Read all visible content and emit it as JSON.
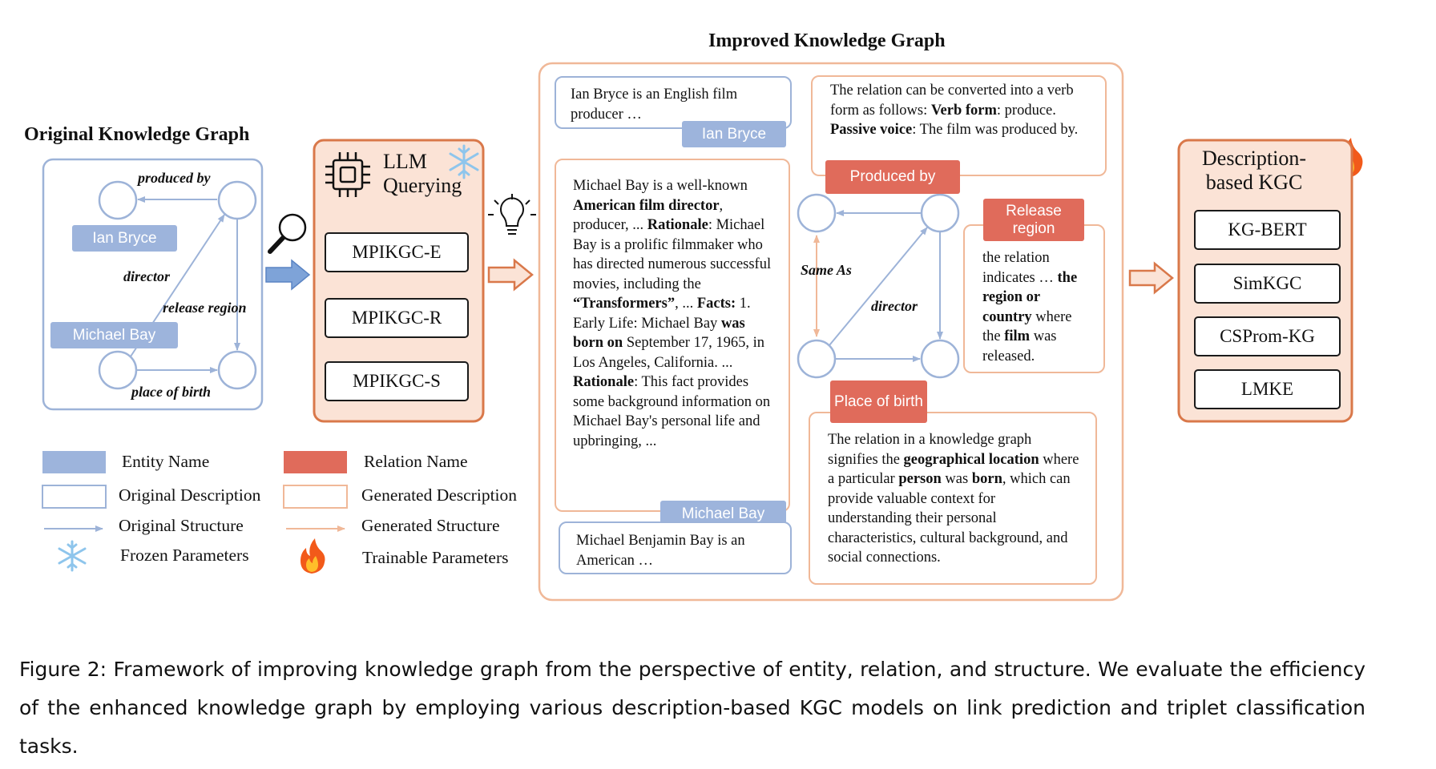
{
  "original_kg": {
    "title": "Original Knowledge Graph",
    "entities": [
      "Ian Bryce",
      "Michael Bay"
    ],
    "edges": [
      "produced by",
      "director",
      "release region",
      "place of birth"
    ]
  },
  "llm": {
    "title_line1": "LLM",
    "title_line2": "Querying",
    "modules": [
      "MPIKGC-E",
      "MPIKGC-R",
      "MPIKGC-S"
    ]
  },
  "improved_kg": {
    "title": "Improved Knowledge Graph",
    "ian_bryce_orig": "Ian Bryce is an English film producer …",
    "ian_bryce_tag": "Ian Bryce",
    "michael_bay_tag": "Michael Bay",
    "michael_bay_orig": "Michael Benjamin Bay is an American …",
    "michael_bay_gen": {
      "p1": "Michael Bay is a well-known ",
      "b1": "American film director",
      "p2": ", producer, ... ",
      "b2": "Rationale",
      "p3": ": Michael Bay is a prolific filmmaker who has directed numerous successful movies, including the ",
      "b3": "“Transformers”",
      "p4": ", ... ",
      "b4": "Facts:",
      "p5": " 1. Early Life: Michael Bay ",
      "b5": "was born on",
      "p6": " September 17, 1965, in Los Angeles, California. ... ",
      "b6": "Rationale",
      "p7": ": This fact provides some background information on Michael Bay's personal life and upbringing, ..."
    },
    "produced_by": {
      "tag": "Produced by",
      "p1": "The relation can be converted into a verb form as follows: ",
      "b1": "Verb form",
      "p2": ": produce. ",
      "b2": "Passive voice",
      "p3": ": The film was produced by."
    },
    "release_region": {
      "tag": "Release region",
      "p1": "the relation indicates … ",
      "b1": "the region or country",
      "p2": " where the ",
      "b2": "film",
      "p3": " was released."
    },
    "place_of_birth": {
      "tag": "Place of birth",
      "p1": "The relation in a knowledge graph signifies the ",
      "b1": "geographical location",
      "p2": " where a particular ",
      "b2": "person",
      "p3": " was ",
      "b3": "born",
      "p4": ", which can provide valuable context for understanding their personal characteristics, cultural background, and social connections."
    },
    "edges": [
      "Same As",
      "director"
    ]
  },
  "kgc": {
    "title_line1": "Description-",
    "title_line2": "based KGC",
    "models": [
      "KG-BERT",
      "SimKGC",
      "CSProm-KG",
      "LMKE"
    ]
  },
  "legend": {
    "entity_name": "Entity Name",
    "relation_name": "Relation Name",
    "original_description": "Original Description",
    "generated_description": "Generated Description",
    "original_structure": "Original Structure",
    "generated_structure": "Generated Structure",
    "frozen_parameters": "Frozen Parameters",
    "trainable_parameters": "Trainable Parameters"
  },
  "caption": "Figure 2: Framework of improving knowledge graph from the perspective of entity, relation, and structure. We evaluate the efficiency of the enhanced knowledge graph by employing various description-based KGC models on link prediction and triplet classification tasks.",
  "colors": {
    "entity_blue": "#9db4dc",
    "relation_red": "#e06b5b",
    "original_border": "#9db3d8",
    "generated_border": "#f0b898",
    "panel_orange": "#d9784a",
    "panel_fill": "#fbe3d6"
  }
}
